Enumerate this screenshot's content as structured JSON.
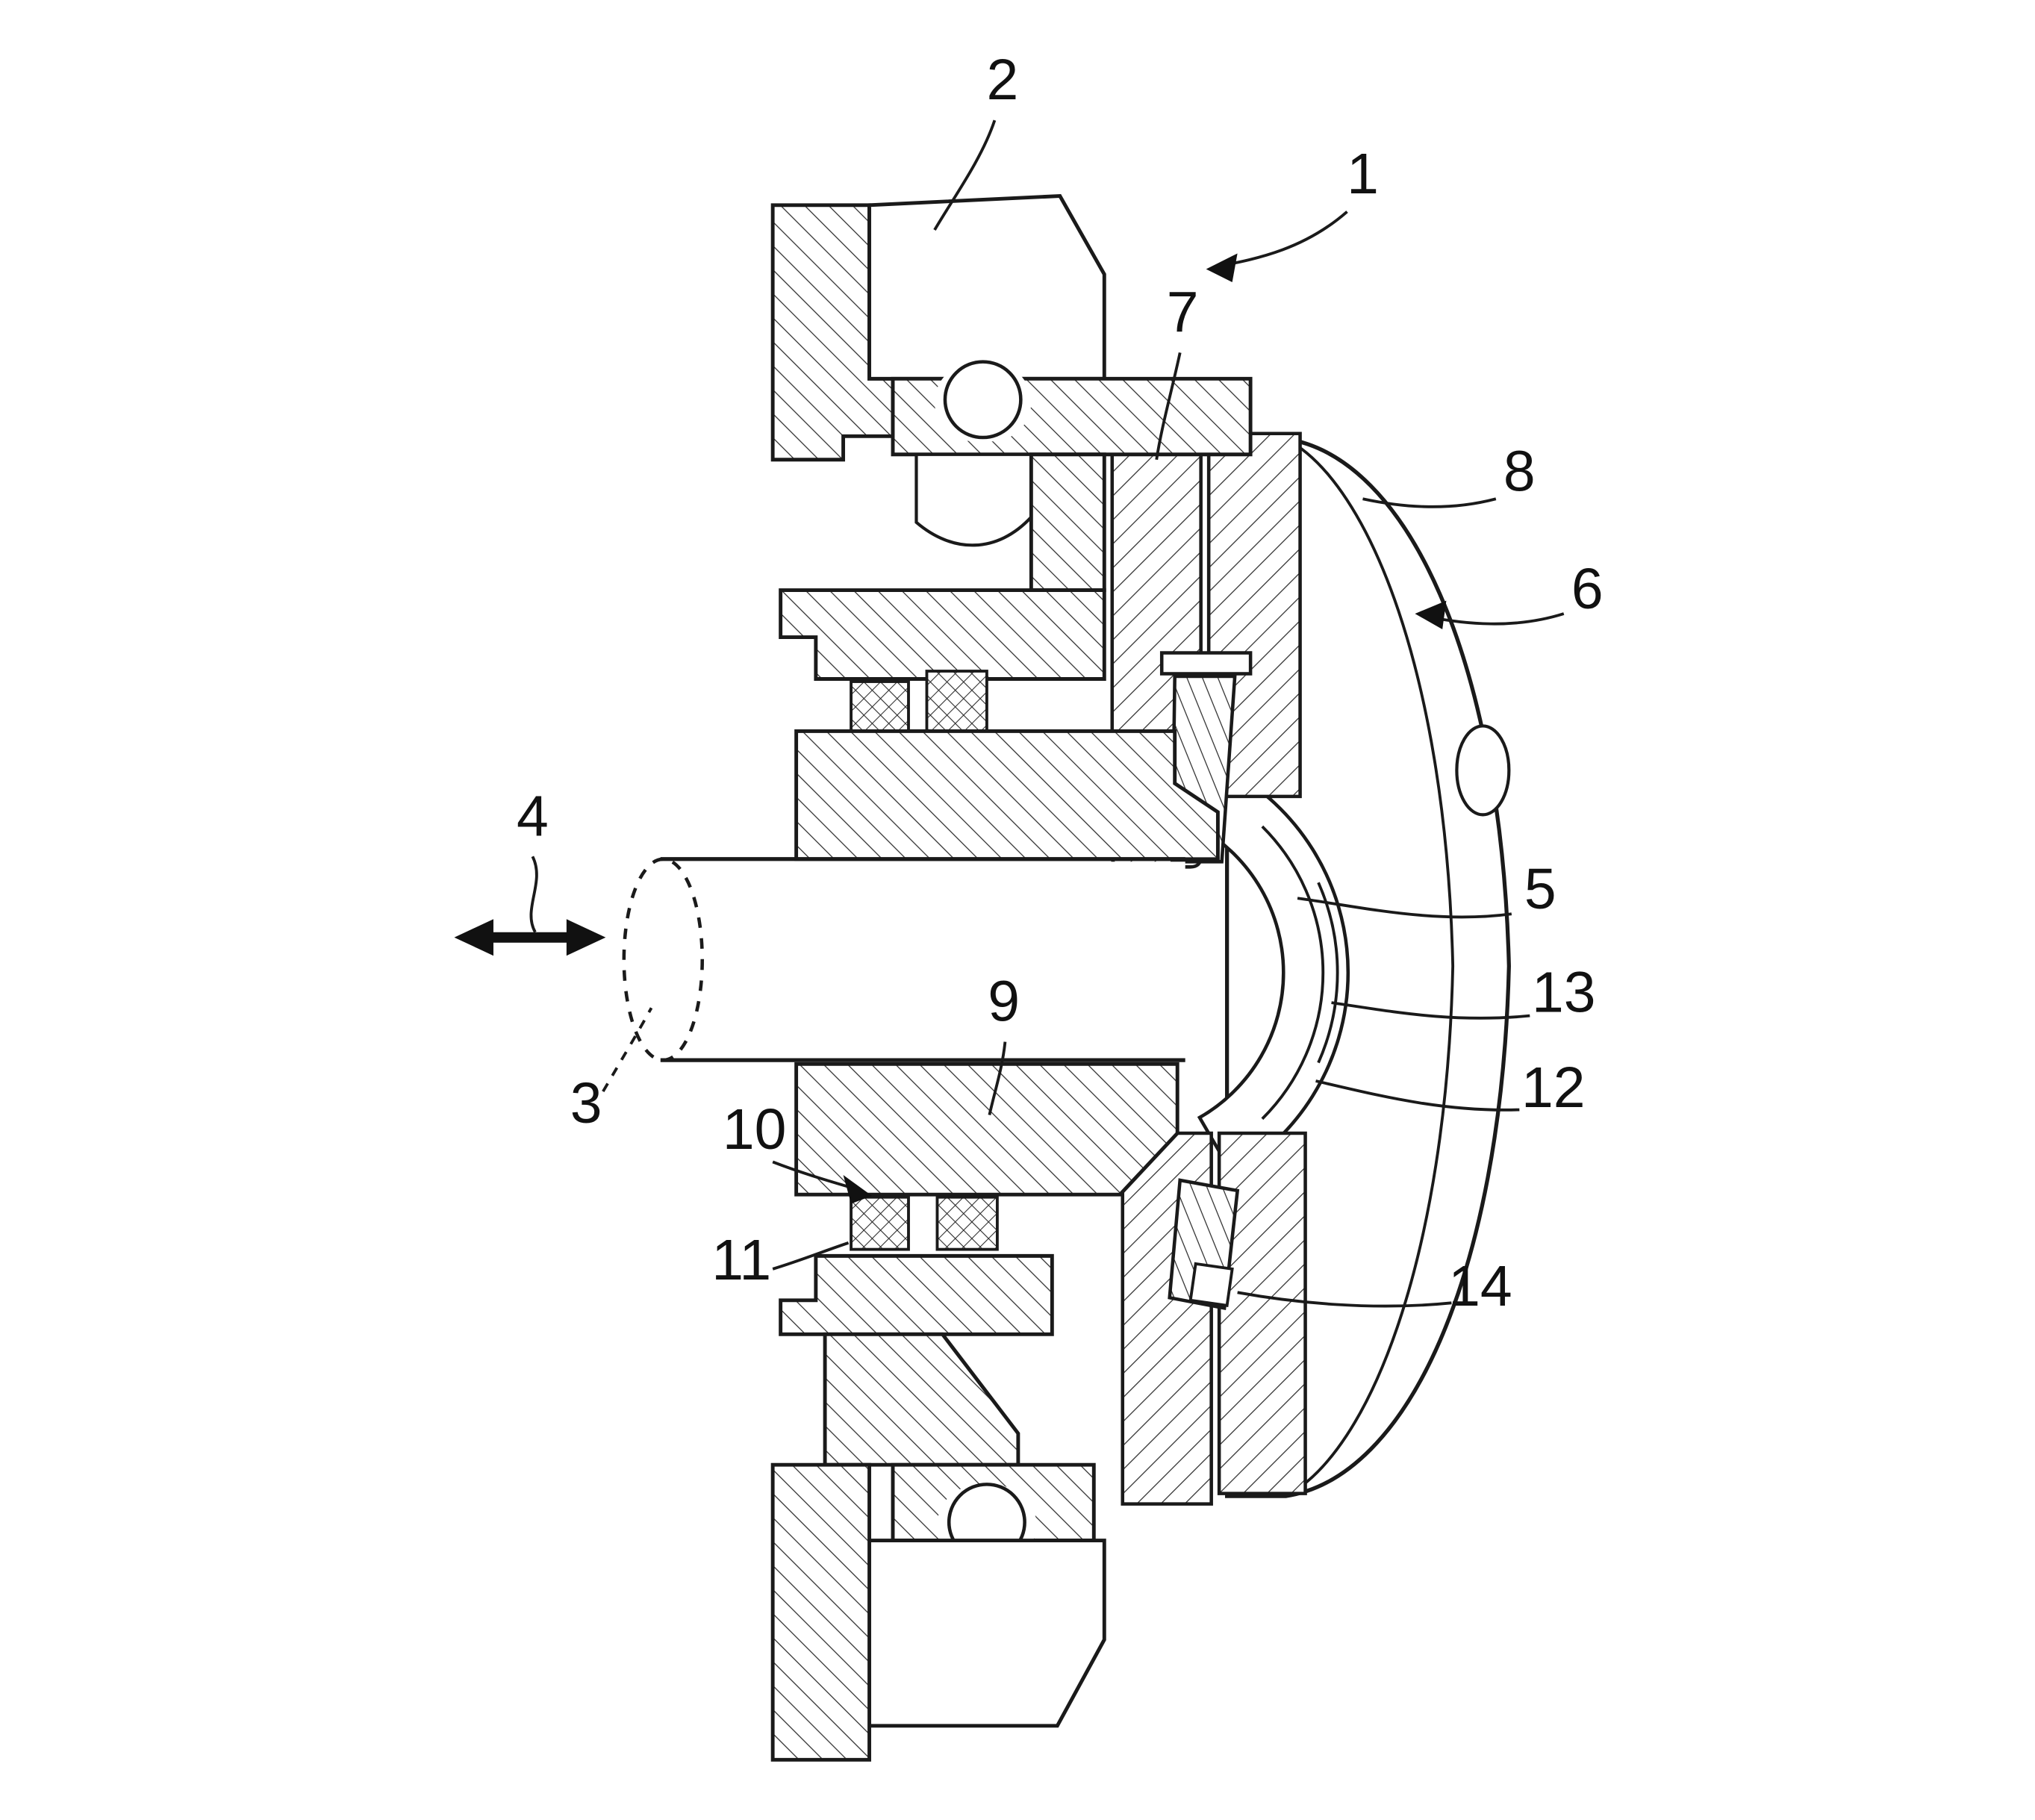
{
  "figure": {
    "type": "patent-cross-section-diagram",
    "background": "#ffffff",
    "line_color": "#1a1a1a",
    "labels": [
      "1",
      "2",
      "3",
      "4",
      "5",
      "6",
      "7",
      "8",
      "9",
      "10",
      "11",
      "12",
      "13",
      "14"
    ]
  }
}
